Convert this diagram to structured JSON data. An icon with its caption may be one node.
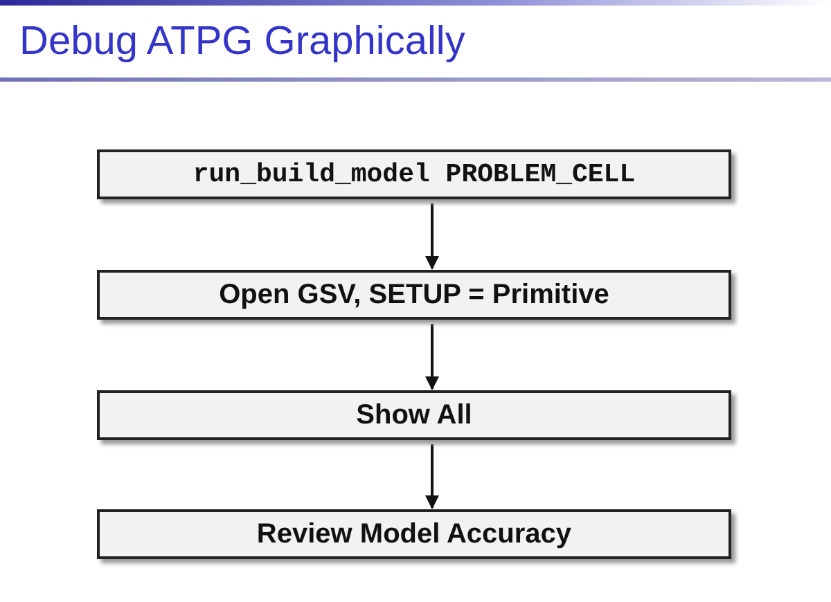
{
  "diagram": {
    "title": "Debug ATPG Graphically",
    "nodes": [
      {
        "text": [
          "run_build_model PROBLEM_CELL"
        ]
      },
      {
        "text": [
          "Open GSV, SETUP = Primitive"
        ]
      },
      {
        "text": [
          "Show All"
        ]
      },
      {
        "text": [
          "Review Model Accuracy"
        ]
      }
    ],
    "edges": [
      {
        "from": 0,
        "to": 1,
        "arrow": "to"
      },
      {
        "from": 1,
        "to": 2,
        "arrow": "to"
      },
      {
        "from": 2,
        "to": 3,
        "arrow": "to"
      }
    ]
  }
}
